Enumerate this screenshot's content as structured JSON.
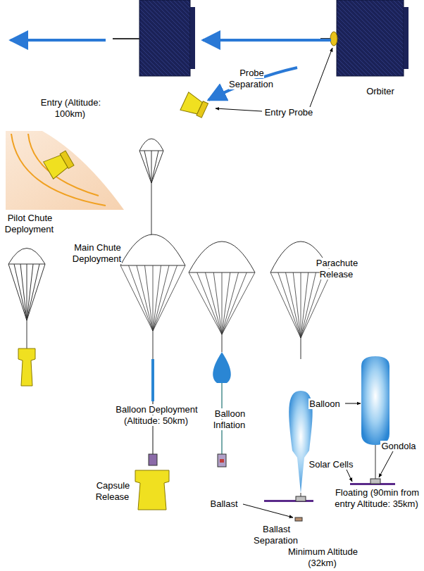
{
  "diagram": {
    "labels": [
      "Probe Separation",
      "Orbiter",
      "Entry Probe",
      "Entry (Altitude: 100km)",
      "Pilot Chute Deployment",
      "Main Chute Deployment",
      "Balloon Deployment (Altitude: 50km)",
      "Capsule Release",
      "Balloon Inflation",
      "Parachute Release",
      "Ballast",
      "Ballast Separation",
      "Minimum Altitude (32km)",
      "Balloon",
      "Gondola",
      "Solar Cells",
      "Floating (90min from entry Altitude: 35km)"
    ]
  }
}
